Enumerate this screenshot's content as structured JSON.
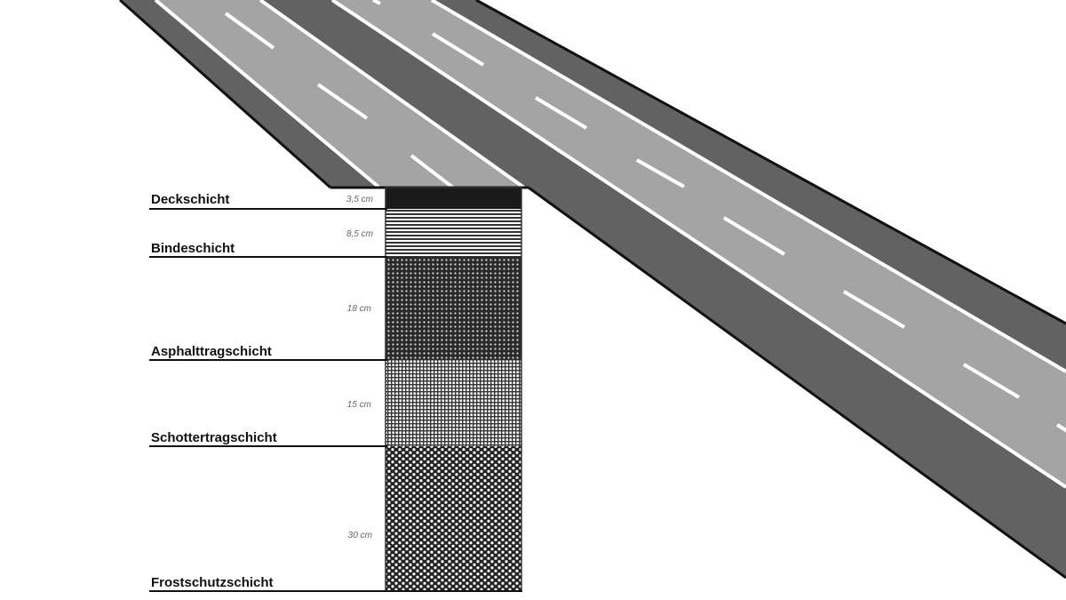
{
  "colors": {
    "shoulder": "#626262",
    "lane": "#a4a4a4",
    "marking": "#ffffff",
    "outline": "#111111",
    "deck": "#1a1a1a"
  },
  "layers": [
    {
      "name": "Deckschicht",
      "thickness": "3,5 cm",
      "pattern": "solid-black"
    },
    {
      "name": "Bindeschicht",
      "thickness": "8,5 cm",
      "pattern": "horizontal-stripes"
    },
    {
      "name": "Asphalttragschicht",
      "thickness": "18 cm",
      "pattern": "dense-dots"
    },
    {
      "name": "Schottertragschicht",
      "thickness": "15 cm",
      "pattern": "fine-grid"
    },
    {
      "name": "Frostschutzschicht",
      "thickness": "30 cm",
      "pattern": "honeycomb"
    }
  ]
}
